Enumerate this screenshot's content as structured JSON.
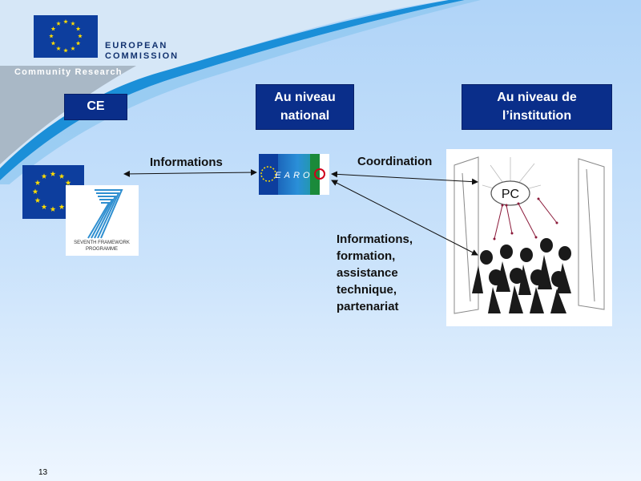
{
  "branding": {
    "org_line1": "EUROPEAN",
    "org_line2": "COMMISSION",
    "subtitle": "Community Research"
  },
  "columns": {
    "ce": "CE",
    "national": "Au niveau national",
    "institution": "Au niveau de l’institution"
  },
  "flows": {
    "ce_to_national": "Informations",
    "national_to_institution": "Coordination",
    "support": "Informations,\nformation,\nassistance\ntechnique,\npartenariat"
  },
  "logos": {
    "fp7_line1": "SEVENTH FRAMEWORK",
    "fp7_line2": "PROGRAMME",
    "earo": "EARO"
  },
  "institution_node": "PC",
  "page_number": "13",
  "colors": {
    "box_fill": "#0a2e8a",
    "eu_blue": "#0d3e9e",
    "eu_star": "#ffdd00"
  }
}
